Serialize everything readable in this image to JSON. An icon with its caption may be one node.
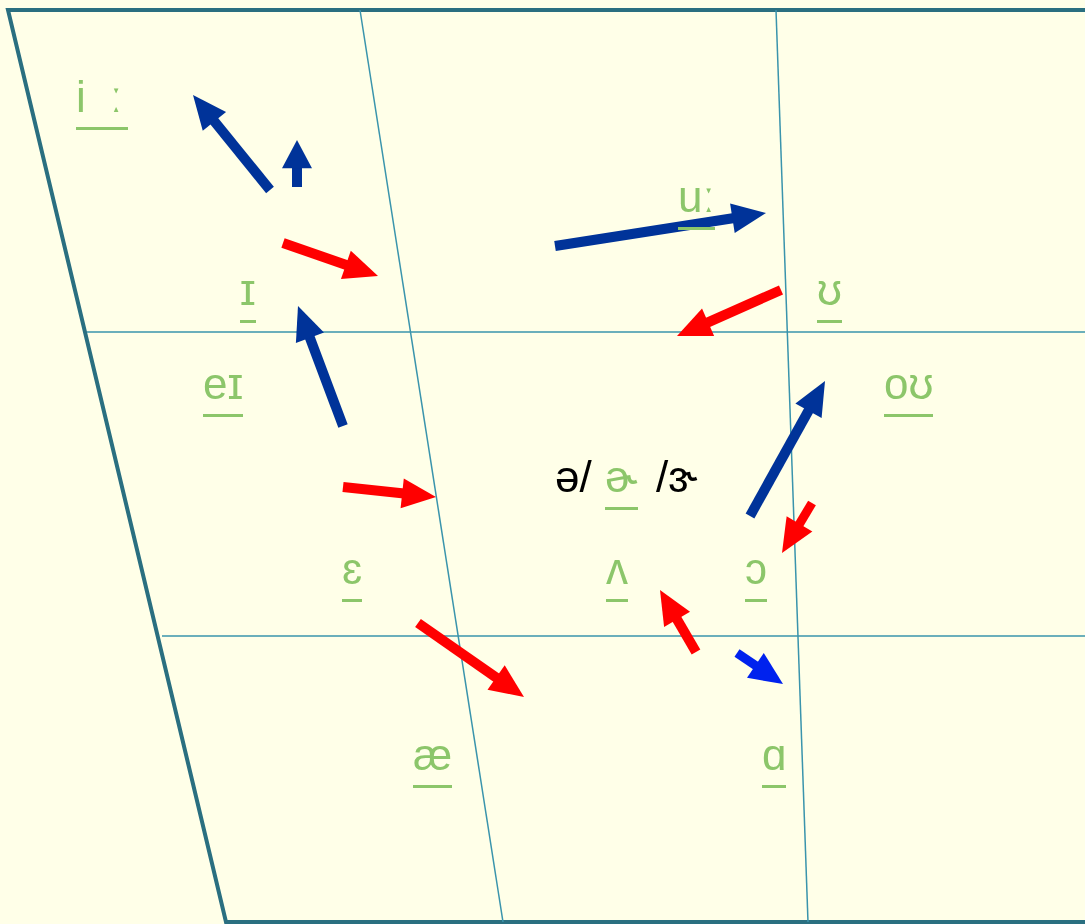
{
  "diagram": {
    "labels": [
      "i ː",
      "uː",
      "ɪ",
      "ʊ",
      "eɪ",
      "oʊ",
      "ə/",
      "ɚ",
      "/ɜ˞",
      "ɛ",
      "ʌ",
      "ɔ",
      "æ",
      "ɑ"
    ]
  }
}
